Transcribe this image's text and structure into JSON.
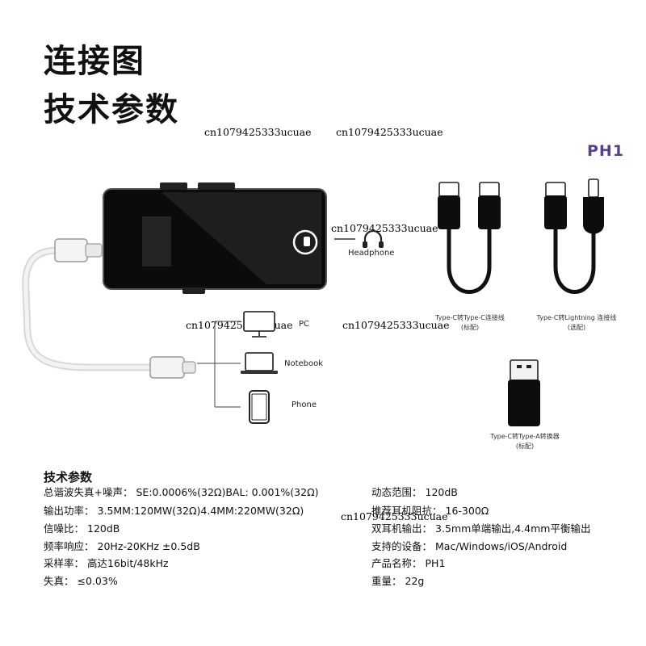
{
  "header": {
    "title_line1": "连接图",
    "title_line2": "技术参数",
    "brand": "PH1"
  },
  "watermark": "cn1079425333ucuae",
  "diagram": {
    "headphone_label": "Headphone",
    "pc_label": "PC",
    "notebook_label": "Notebook",
    "phone_label": "Phone"
  },
  "accessories": {
    "c_to_c_line1": "Type-C转Type-C连接线",
    "c_to_c_line2": "(标配)",
    "c_to_lightning_line1": "Type-C转Lightning 连接线",
    "c_to_lightning_line2": "(选配)",
    "c_to_a_line1": "Type-C转Type-A转换器",
    "c_to_a_line2": "(标配)"
  },
  "specs": {
    "heading": "技术参数",
    "left": [
      {
        "label": "总谐波失真+噪声：",
        "value": "SE:0.0006%(32Ω)BAL: 0.001%(32Ω)"
      },
      {
        "label": "输出功率：",
        "value": "3.5MM:120MW(32Ω)4.4MM:220MW(32Ω)"
      },
      {
        "label": "信噪比：",
        "value": "120dB"
      },
      {
        "label": "频率响应：",
        "value": "20Hz-20KHz ±0.5dB"
      },
      {
        "label": "采样率：",
        "value": "高达16bit/48kHz"
      },
      {
        "label": "失真：",
        "value": "≤0.03%"
      }
    ],
    "right": [
      {
        "label": "动态范围：",
        "value": "120dB"
      },
      {
        "label": "推荐耳机阻抗：",
        "value": "16-300Ω"
      },
      {
        "label": "双耳机输出：",
        "value": "3.5mm单端输出,4.4mm平衡输出"
      },
      {
        "label": "支持的设备：",
        "value": "Mac/Windows/iOS/Android"
      },
      {
        "label": "产品名称：",
        "value": "PH1"
      },
      {
        "label": "重量：",
        "value": "22g"
      }
    ]
  }
}
